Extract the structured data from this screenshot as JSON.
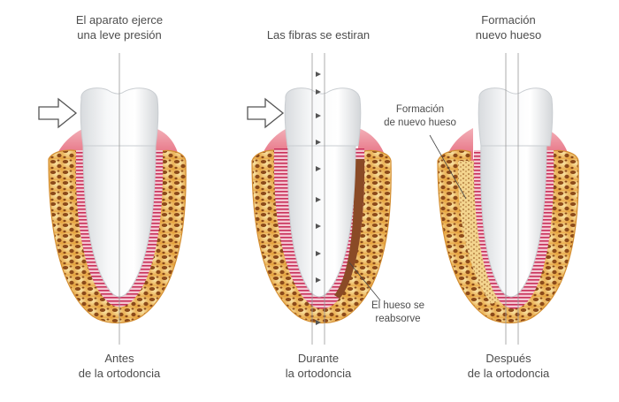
{
  "panels": [
    {
      "top_lines": [
        "El aparato ejerce",
        "una leve presión"
      ],
      "bottom_lines": [
        "Antes",
        "de la ortodoncia"
      ]
    },
    {
      "top_lines": [
        "Las fibras se estiran"
      ],
      "bottom_lines": [
        "Durante",
        "la ortodoncia"
      ],
      "annotation_lines": [
        "El hueso se",
        "reabsorve"
      ]
    },
    {
      "top_lines": [
        "Formación",
        "nuevo hueso"
      ],
      "bottom_lines": [
        "Después",
        "de la ortodoncia"
      ],
      "annotation_lines": [
        "Formación",
        "de nuevo hueso"
      ]
    }
  ],
  "colors": {
    "enamel": "#eef0f2",
    "root": "#f4f4f4",
    "gum": "#e8798a",
    "bone": "#e9b24c",
    "bone_light": "#f6dd9c",
    "pores": "#8c4a1a",
    "ligament": "#c9305a",
    "axis": "#999999"
  },
  "icons": [
    "push-arrow-icon",
    "push-arrow-icon"
  ]
}
